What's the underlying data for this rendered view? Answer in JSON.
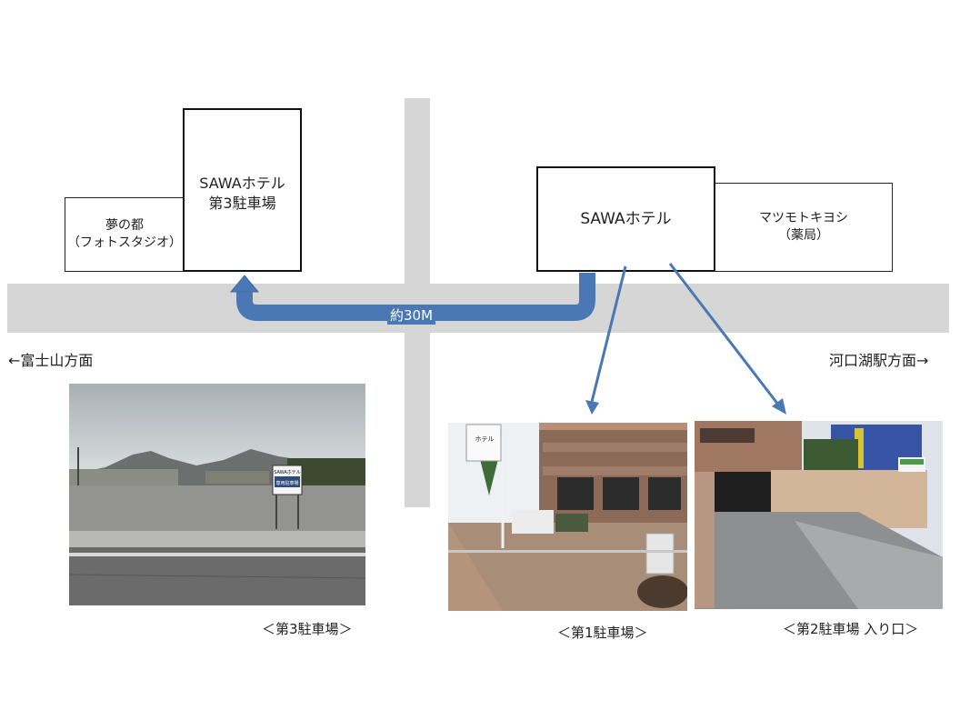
{
  "map": {
    "parking3": {
      "line1": "SAWAホテル",
      "line2": "第3駐車場"
    },
    "yume": {
      "line1": "夢の都",
      "line2": "（フォトスタジオ）"
    },
    "hotel": {
      "name": "SAWAホテル"
    },
    "matsumoto": {
      "line1": "マツモトキヨシ",
      "line2": "（薬局）"
    },
    "distance_label": "約30M",
    "direction_left": "←富士山方面",
    "direction_right": "河口湖駅方面→"
  },
  "photos": {
    "parking3_caption": "＜第3駐車場＞",
    "parking1_caption": "＜第1駐車場＞",
    "parking2_caption": "＜第2駐車場 入り口＞",
    "parking3_sign_line1": "SAWAホテル",
    "parking3_sign_line2": "専用駐車場",
    "parking1_sign": "ホテル"
  },
  "colors": {
    "road": "#d6d6d6",
    "route_arrow": "#4a78b5",
    "pointer_arrow": "#4a78b5"
  }
}
